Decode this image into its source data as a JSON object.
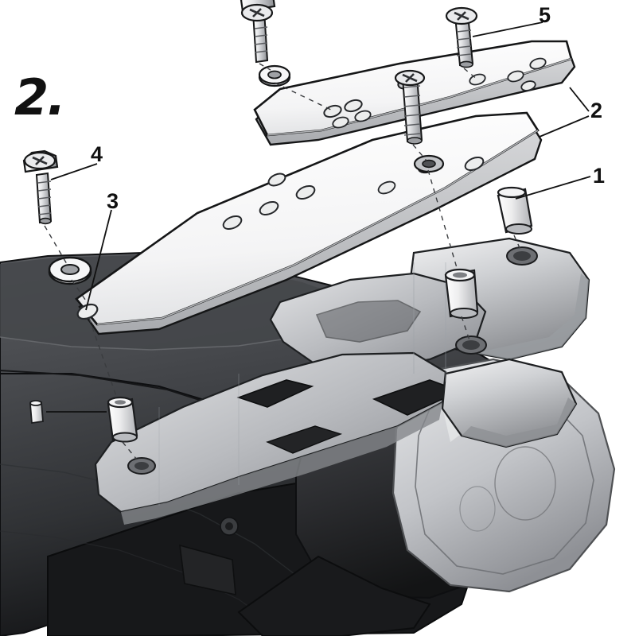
{
  "diagram": {
    "step_label": "2.",
    "title_alt": "Motorcycle top case rack mounting instruction step 2",
    "callouts": [
      {
        "id": "callout-1",
        "label": "1"
      },
      {
        "id": "callout-2",
        "label": "2"
      },
      {
        "id": "callout-3",
        "label": "3"
      },
      {
        "id": "callout-4",
        "label": "4"
      },
      {
        "id": "callout-5",
        "label": "5"
      }
    ],
    "colors": {
      "background": "#ffffff",
      "outline": "#1a1a1a",
      "plate_fill": "#fdfdfd",
      "plate_shade": "#e9e9ea",
      "metal_light": "#d8d9db",
      "metal_mid": "#b4b6ba",
      "metal_dark": "#7c7e83",
      "seat_dark": "#3a3c3f",
      "seat_black": "#1d1e20",
      "tail_dark": "#2a2b2d",
      "lens_gray": "#c9cacd",
      "callout_text": "#111111"
    }
  }
}
